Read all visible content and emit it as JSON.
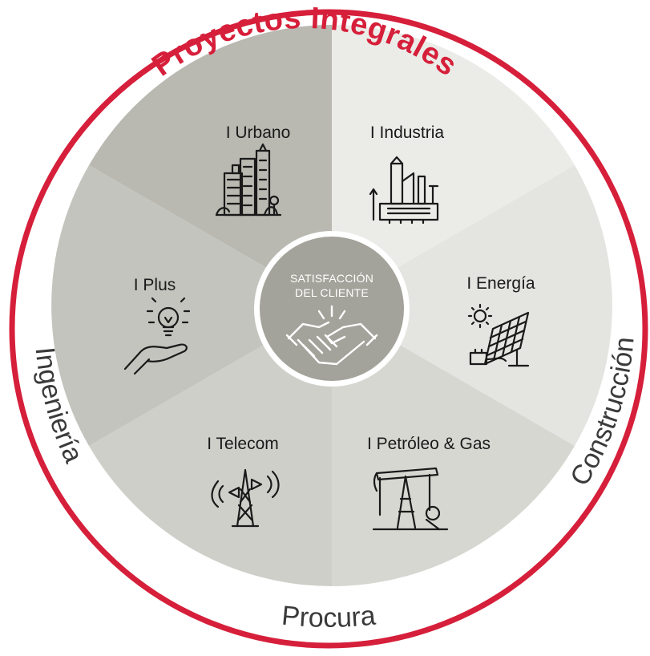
{
  "title": "Proyectos Integrales",
  "ring_labels": {
    "left": "Ingeniería",
    "bottom": "Procura",
    "right": "Construcción"
  },
  "center": {
    "line1": "SATISFACCIÓN",
    "line2": "DEL CLIENTE",
    "icon": "handshake-icon"
  },
  "sectors": [
    {
      "key": "urbano",
      "label": "I Urbano",
      "icon": "city-buildings-icon"
    },
    {
      "key": "industria",
      "label": "I Industria",
      "icon": "factory-icon"
    },
    {
      "key": "energia",
      "label": "I Energía",
      "icon": "solar-panel-icon"
    },
    {
      "key": "petroleo",
      "label": "I Petróleo & Gas",
      "icon": "oil-pumpjack-icon"
    },
    {
      "key": "telecom",
      "label": "I Telecom",
      "icon": "telecom-tower-icon"
    },
    {
      "key": "plus",
      "label": "I Plus",
      "icon": "lightbulb-hand-icon"
    }
  ],
  "colors": {
    "accent": "#d61f3a",
    "sector_dark": "#b9b9b2",
    "sector_mid": "#cfcfca",
    "sector_light": "#ebebe8",
    "center": "#a3a39b"
  }
}
